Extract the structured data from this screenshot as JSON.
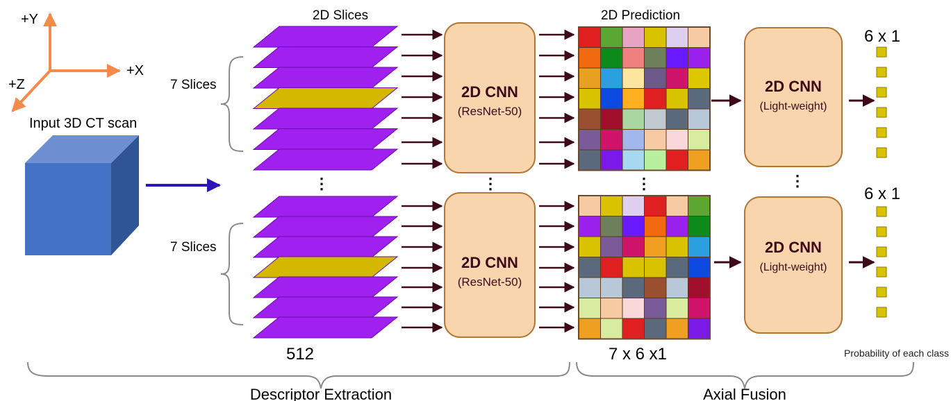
{
  "axes": {
    "y_label": "+Y",
    "x_label": "+X",
    "z_label": "+Z",
    "color": "#f58a4b"
  },
  "input": {
    "label": "Input 3D CT scan",
    "cube_front": "#4472c4",
    "cube_top": "#6f8fd3",
    "cube_side": "#2f5597"
  },
  "slices": {
    "header": "2D  Slices",
    "group_label": "7 Slices",
    "count_label": "512",
    "slice_color": "#a020f0",
    "highlight_color": "#d4b800",
    "ellipsis": "⋮"
  },
  "cnn_main": {
    "title": "2D CNN",
    "subtitle": "(ResNet-50)"
  },
  "prediction": {
    "header": "2D Prediction",
    "size_label": "7 x 6 x1",
    "grid_top": [
      [
        "#e02020",
        "#5aa832",
        "#e6a3c4",
        "#d9c200",
        "#ddd0ee",
        "#f6cba4"
      ],
      [
        "#f26a10",
        "#0c8a1a",
        "#f08080",
        "#6e7f5c",
        "#6a1aff",
        "#9a20ee"
      ],
      [
        "#e8a020",
        "#2aa0e0",
        "#fde6a0",
        "#6a5a8c",
        "#d0146c",
        "#ddc800"
      ],
      [
        "#d9c200",
        "#0c4ae0",
        "#ffb020",
        "#e02020",
        "#d9c200",
        "#5a6a7c"
      ],
      [
        "#9a5030",
        "#a0102c",
        "#a8d8a0",
        "#c0c8d0",
        "#5a6a7c",
        "#b8c8d8"
      ],
      [
        "#7a5a98",
        "#d0146c",
        "#a0b8ec",
        "#f6cba4",
        "#f8d8d8",
        "#d8eca0"
      ],
      [
        "#5a6a7c",
        "#7a1ae8",
        "#a8d8f0",
        "#b8f0a0",
        "#e02020",
        "#f0a020"
      ]
    ],
    "grid_bottom": [
      [
        "#f6cba4",
        "#d9c200",
        "#ddd0ee",
        "#e02020",
        "#f6cba4",
        "#5aa832"
      ],
      [
        "#9a20ee",
        "#6e7f5c",
        "#6a1aff",
        "#f26a10",
        "#9a20ee",
        "#0c8a1a"
      ],
      [
        "#d9c200",
        "#7a5a98",
        "#d0146c",
        "#f0a020",
        "#d9c200",
        "#2aa0e0"
      ],
      [
        "#5a6a7c",
        "#e02020",
        "#d9c200",
        "#d9c200",
        "#5a6a7c",
        "#0c4ae0"
      ],
      [
        "#b8c8d8",
        "#b8c8d8",
        "#5a6a7c",
        "#9a5030",
        "#b8c8d8",
        "#a0102c"
      ],
      [
        "#d8eca0",
        "#f6cba4",
        "#f8d8d8",
        "#7a5a98",
        "#d8eca0",
        "#d0146c"
      ],
      [
        "#f0a020",
        "#d8eca0",
        "#e02020",
        "#5a6a7c",
        "#f0a020",
        "#7a1ae8"
      ]
    ]
  },
  "cnn_light": {
    "title": "2D CNN",
    "subtitle": "(Light-weight)"
  },
  "output": {
    "size_label": "6 x 1",
    "count": 6,
    "color": "#d9c200",
    "caption": "Probability of each class"
  },
  "stages": {
    "left": "Descriptor Extraction",
    "right": "Axial Fusion"
  },
  "style": {
    "box_fill": "#f9d5ad",
    "box_stroke": "#b07838",
    "arrow": "#3d0a18",
    "input_arrow": "#2b16b8",
    "brace": "#8a8a8a"
  }
}
